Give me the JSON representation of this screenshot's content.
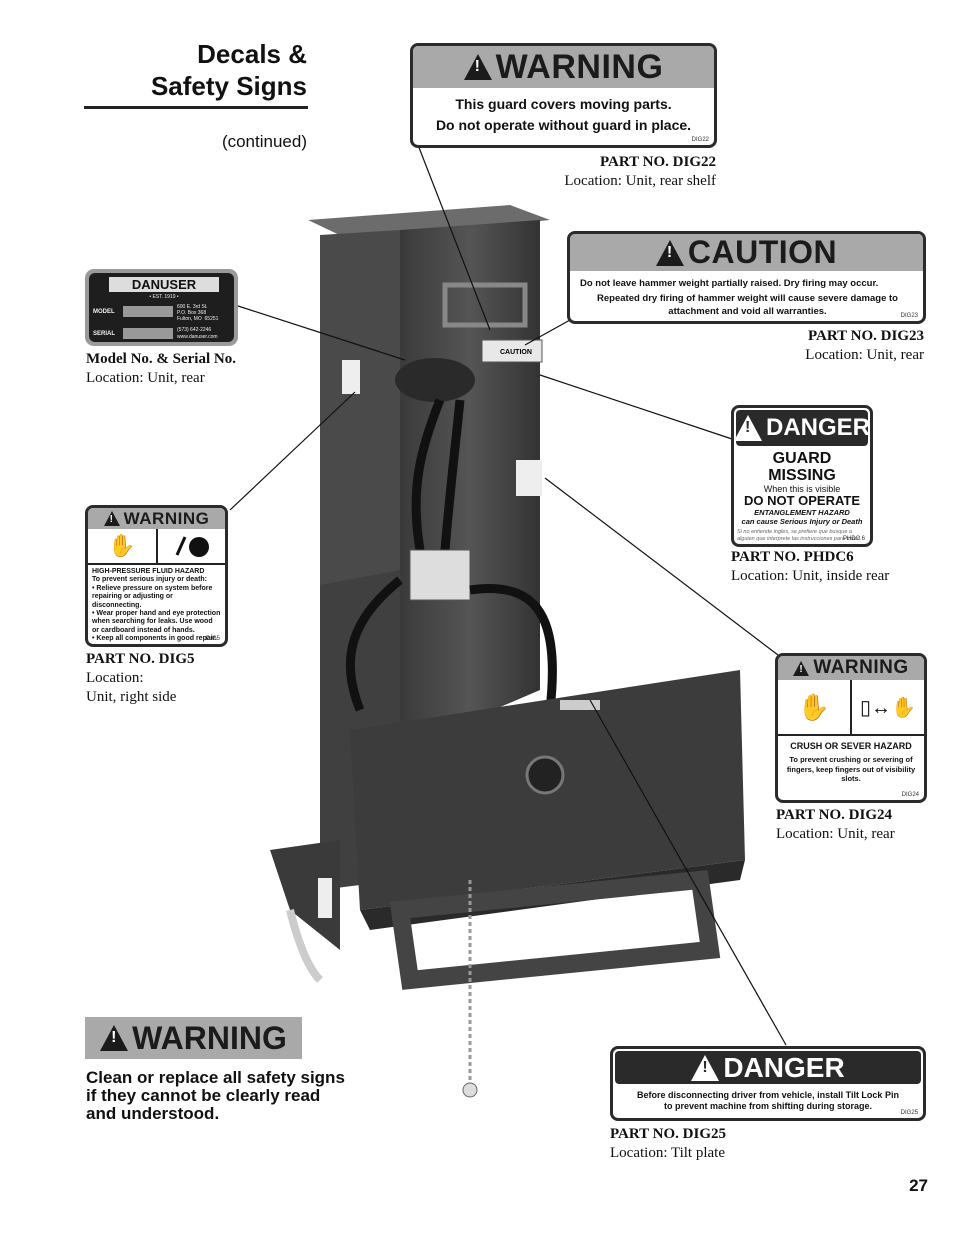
{
  "header": {
    "title_line1": "Decals &",
    "title_line2": "Safety Signs",
    "continued": "(continued)"
  },
  "model_plate": {
    "brand": "DANUSER",
    "est": "• EST. 1919 •",
    "model_label": "MODEL",
    "serial_label": "SERIAL",
    "address": "600 E. 3rd St.\nP.O. Box 368\nFulton, MO  65251",
    "phone": "(573) 642-2246",
    "web": "www.danuser.com",
    "caption_title": "Model No. & Serial No.",
    "caption_location": "Location:  Unit, rear"
  },
  "dig22": {
    "signal": "WARNING",
    "line1": "This guard covers moving parts.",
    "line2": "Do not operate without guard in place.",
    "code": "DIG22",
    "part": "PART NO. DIG22",
    "location": "Location:  Unit, rear shelf"
  },
  "dig23": {
    "signal": "CAUTION",
    "line1": "Do not leave hammer weight partially raised.  Dry firing may occur.",
    "line2": "Repeated dry firing of hammer weight will cause severe damage to attachment and void all warranties.",
    "code": "DIG23",
    "part": "PART NO. DIG23",
    "location": "Location:  Unit, rear"
  },
  "phdc6": {
    "signal": "DANGER",
    "line1": "GUARD MISSING",
    "line2": "When this is visible",
    "line3": "DO NOT OPERATE",
    "line4": "ENTANGLEMENT HAZARD",
    "line5": "can cause Serious Injury or Death",
    "line6": "Si no entiende ingles, se prefiere que busque a alguien que interprete las instrucciones para usted.",
    "code": "PHDC 6",
    "part": "PART NO. PHDC6",
    "location": "Location: Unit, inside rear"
  },
  "dig5": {
    "signal": "WARNING",
    "heading": "HIGH-PRESSURE FLUID HAZARD",
    "intro": "To prevent serious injury or death:",
    "bullets": [
      "• Relieve pressure on system before repairing or adjusting or disconnecting.",
      "• Wear proper hand and eye protection when searching for leaks. Use wood or cardboard instead of hands.",
      "• Keep all components in good repair."
    ],
    "code": "DIG5",
    "part": "PART NO. DIG5",
    "location_label": "Location:",
    "location": "Unit, right side"
  },
  "dig24": {
    "signal": "WARNING",
    "heading": "CRUSH OR SEVER HAZARD",
    "body": "To prevent crushing or severing of fingers, keep fingers out of visibility slots.",
    "code": "DIG24",
    "part": "PART NO. DIG24",
    "location": "Location:  Unit, rear"
  },
  "dig25": {
    "signal": "DANGER",
    "body1": "Before disconnecting driver from vehicle, install Tilt Lock Pin",
    "body2": "to prevent machine from shifting during storage.",
    "code": "DIG25",
    "part": "PART NO. DIG25",
    "location": "Location:  Tilt plate"
  },
  "general": {
    "signal": "WARNING",
    "text": "Clean or replace all safety signs if they cannot be clearly read and understood."
  },
  "page_number": "27",
  "machine_decals": {
    "caution": "CAUTION"
  }
}
